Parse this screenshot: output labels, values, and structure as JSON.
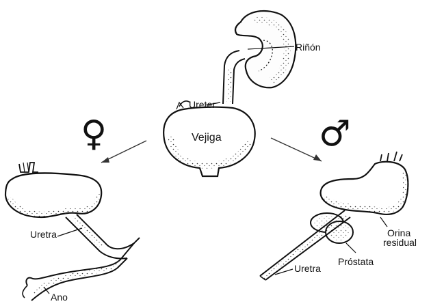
{
  "labels": {
    "kidney": "Riñón",
    "ureter": "Ureter",
    "bladder": "Vejiga",
    "urethra_female": "Uretra",
    "anus": "Ano",
    "residual_urine_line1": "Orina",
    "residual_urine_line2": "residual",
    "prostate": "Próstata",
    "urethra_male": "Uretra"
  },
  "symbols": {
    "female": "♀",
    "male": "♂"
  }
}
